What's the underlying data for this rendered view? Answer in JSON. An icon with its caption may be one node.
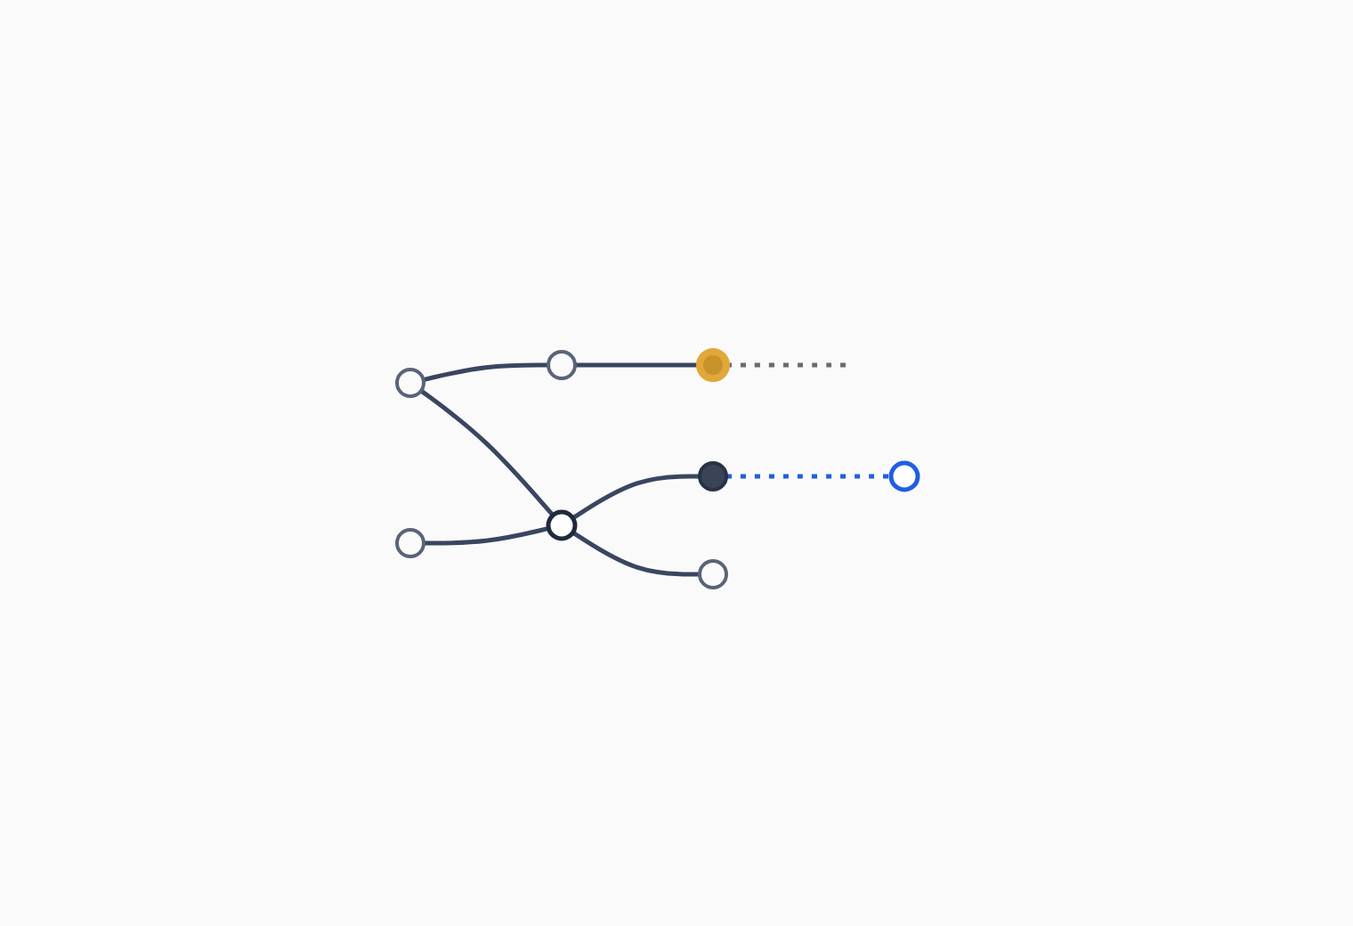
{
  "diagram": {
    "nodes": [
      {
        "text": [],
        "shape": "circle"
      },
      {
        "text": [],
        "shape": "circle"
      },
      {
        "text": [],
        "shape": "circle"
      },
      {
        "text": [],
        "shape": "circle"
      },
      {
        "text": [],
        "shape": "circle"
      },
      {
        "text": [],
        "shape": "circle"
      },
      {
        "text": [],
        "shape": "circle"
      },
      {
        "text": [],
        "shape": "circle"
      }
    ],
    "edges": [
      {
        "from": 0,
        "to": 2,
        "arrow": "none"
      },
      {
        "from": 0,
        "to": 3,
        "arrow": "none"
      },
      {
        "from": 1,
        "to": 3,
        "arrow": "none"
      },
      {
        "from": 2,
        "to": 4,
        "arrow": "none"
      },
      {
        "from": 4,
        "to": null,
        "arrow": "none",
        "style": "dashed",
        "color": "#6b6b6b"
      },
      {
        "from": 3,
        "to": 5,
        "arrow": "none"
      },
      {
        "from": 3,
        "to": 6,
        "arrow": "none"
      },
      {
        "from": 5,
        "to": 7,
        "arrow": "none",
        "style": "dashed",
        "color": "#1f5fe0"
      }
    ]
  }
}
